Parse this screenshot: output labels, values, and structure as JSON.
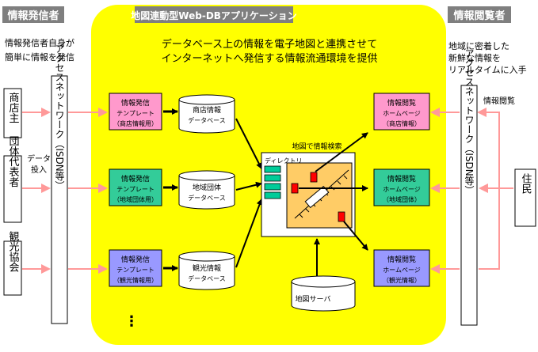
{
  "colors": {
    "app_bg": "#ffff00",
    "header_bg": "#7f7f7f",
    "template_fill": "#ff99cc",
    "group_fill": "#33cc99",
    "tourism_fill": "#9999ff",
    "map_fill": "#ffcc66",
    "marker_red": "#ff0000",
    "dir_green": "#00cc99",
    "arrow_pink": "#ff9999"
  },
  "headers": {
    "sender": "情報発信者",
    "app": "地図連動型Web-DBアプリケーション",
    "viewer": "情報閲覧者"
  },
  "sender_desc": [
    "情報発信者自身が",
    "簡単に情報を発信"
  ],
  "viewer_desc": [
    "地域に密着した",
    "新鮮な情報を",
    "リアルタイムに入手"
  ],
  "app_desc": [
    "データベース上の情報を電子地図と連携させて",
    "インターネットへ発信する情報流通環境を提供"
  ],
  "senders": [
    {
      "label": "商店主"
    },
    {
      "label": "団体代表者"
    },
    {
      "label": "観光協会"
    }
  ],
  "data_input_label": [
    "データ",
    "投入"
  ],
  "access_network_label": "アクセスネットワーク（ISDN等）",
  "templates": [
    {
      "lines": [
        "情報発信",
        "テンプレート",
        "（商店情報用）"
      ]
    },
    {
      "lines": [
        "情報発信",
        "テンプレート",
        "（地域団体用）"
      ]
    },
    {
      "lines": [
        "情報発信",
        "テンプレート",
        "（観光情報用）"
      ]
    }
  ],
  "databases": [
    {
      "lines": [
        "商店情報",
        "データベース"
      ]
    },
    {
      "lines": [
        "地域団体",
        "データベース"
      ]
    },
    {
      "lines": [
        "観光情報",
        "データベース"
      ]
    }
  ],
  "map_search_label": "地図で情報検索",
  "directory_label": "ディレクトリ",
  "map_server_label": "地図サーバ",
  "ellipsis": "⋮",
  "homepages": [
    {
      "lines": [
        "情報閲覧",
        "ホームページ",
        "（商店情報）"
      ]
    },
    {
      "lines": [
        "情報閲覧",
        "ホームページ",
        "（地域団体）"
      ]
    },
    {
      "lines": [
        "情報閲覧",
        "ホームページ",
        "（観光情報）"
      ]
    }
  ],
  "viewing_label": "情報閲覧",
  "resident_label": "住民"
}
